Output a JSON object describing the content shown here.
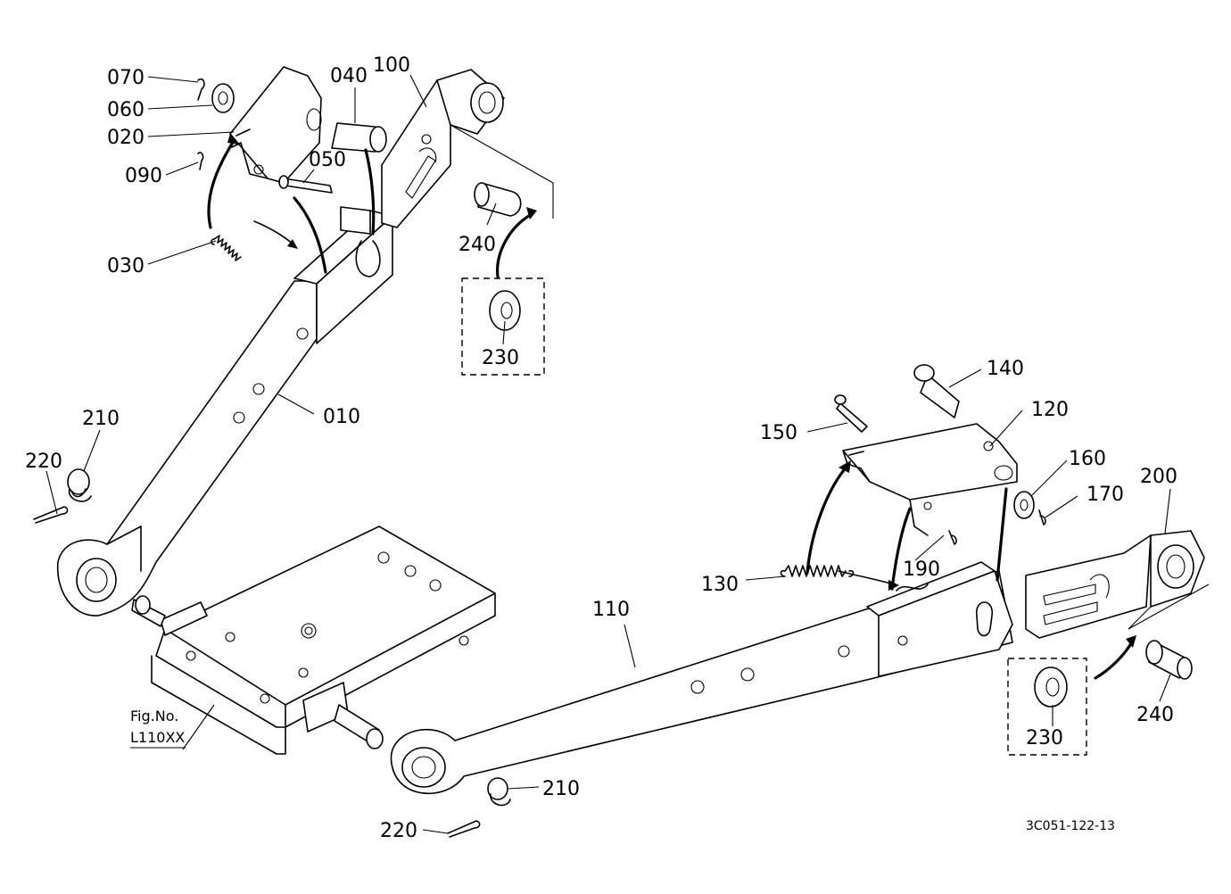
{
  "labels": {
    "p010": "010",
    "p020": "020",
    "p030": "030",
    "p040": "040",
    "p050": "050",
    "p060": "060",
    "p070": "070",
    "p090": "090",
    "p100": "100",
    "p110": "110",
    "p120": "120",
    "p130": "130",
    "p140": "140",
    "p150": "150",
    "p160": "160",
    "p170": "170",
    "p190": "190",
    "p200": "200",
    "p210_left": "210",
    "p210_bottom": "210",
    "p220_left": "220",
    "p220_bottom": "220",
    "p230_left": "230",
    "p230_right": "230",
    "p240_left": "240",
    "p240_right": "240"
  },
  "figure": {
    "ref_line1": "Fig.No.",
    "ref_line2": "L110XX"
  },
  "drawing_code": "3C051-122-13"
}
